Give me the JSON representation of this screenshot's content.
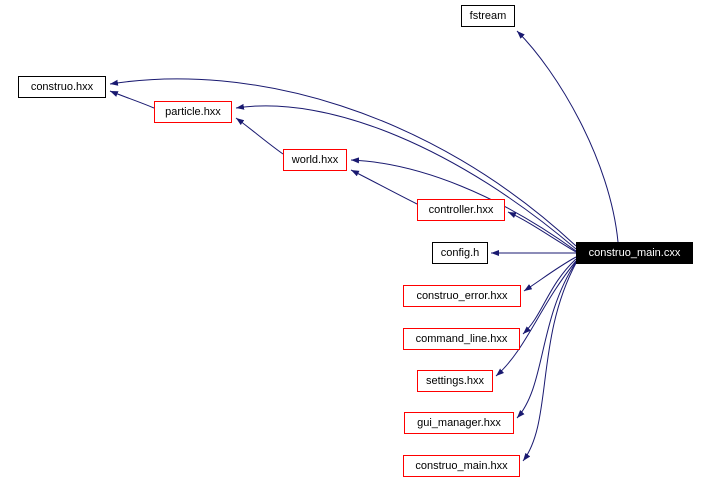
{
  "diagram": {
    "type": "include-dependency-graph",
    "background_color": "#ffffff",
    "edge_color": "#191970",
    "linked_node_border_color": "#ff0000",
    "plain_node_border_color": "#000000",
    "main_node_fill_color": "#000000",
    "main_node_text_color": "#ffffff",
    "nodes": [
      {
        "id": "fstream",
        "label": "fstream",
        "style": "plain"
      },
      {
        "id": "construo_hxx",
        "label": "construo.hxx",
        "style": "plain"
      },
      {
        "id": "particle_hxx",
        "label": "particle.hxx",
        "style": "linked"
      },
      {
        "id": "world_hxx",
        "label": "world.hxx",
        "style": "linked"
      },
      {
        "id": "controller_hxx",
        "label": "controller.hxx",
        "style": "linked"
      },
      {
        "id": "config_h",
        "label": "config.h",
        "style": "plain"
      },
      {
        "id": "construo_main_cxx",
        "label": "construo_main.cxx",
        "style": "main"
      },
      {
        "id": "construo_error_hxx",
        "label": "construo_error.hxx",
        "style": "linked"
      },
      {
        "id": "command_line_hxx",
        "label": "command_line.hxx",
        "style": "linked"
      },
      {
        "id": "settings_hxx",
        "label": "settings.hxx",
        "style": "linked"
      },
      {
        "id": "gui_manager_hxx",
        "label": "gui_manager.hxx",
        "style": "linked"
      },
      {
        "id": "construo_main_hxx",
        "label": "construo_main.hxx",
        "style": "linked"
      }
    ],
    "edges": [
      {
        "from": "construo_main.cxx",
        "to": "fstream"
      },
      {
        "from": "construo_main.cxx",
        "to": "construo.hxx"
      },
      {
        "from": "construo_main.cxx",
        "to": "particle.hxx"
      },
      {
        "from": "construo_main.cxx",
        "to": "world.hxx"
      },
      {
        "from": "construo_main.cxx",
        "to": "controller.hxx"
      },
      {
        "from": "construo_main.cxx",
        "to": "config.h"
      },
      {
        "from": "construo_main.cxx",
        "to": "construo_error.hxx"
      },
      {
        "from": "construo_main.cxx",
        "to": "command_line.hxx"
      },
      {
        "from": "construo_main.cxx",
        "to": "settings.hxx"
      },
      {
        "from": "construo_main.cxx",
        "to": "gui_manager.hxx"
      },
      {
        "from": "construo_main.cxx",
        "to": "construo_main.hxx"
      },
      {
        "from": "particle.hxx",
        "to": "construo.hxx"
      },
      {
        "from": "world.hxx",
        "to": "particle.hxx"
      },
      {
        "from": "controller.hxx",
        "to": "world.hxx"
      }
    ]
  }
}
